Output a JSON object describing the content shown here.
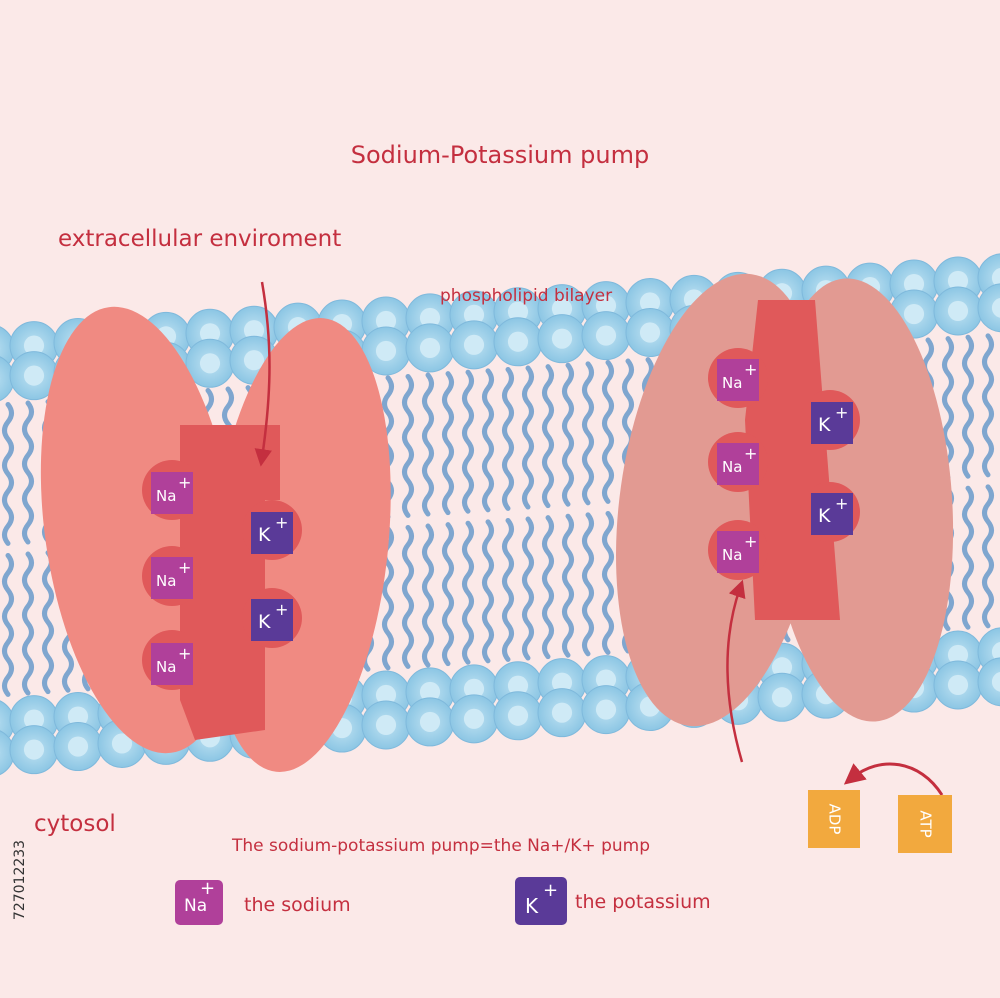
{
  "title": "Sodium-Potassium pump",
  "labels": {
    "extracellular": "extracellular enviroment",
    "bilayer": "phospholipid bilayer",
    "cytosol": "cytosol",
    "equation": "The sodium-potassium pump=the Na+/K+ pump"
  },
  "ions": {
    "sodium": {
      "symbol": "Na",
      "charge": "+",
      "color": "#b0409a"
    },
    "potassium": {
      "symbol": "K",
      "charge": "+",
      "color": "#5a3a98"
    }
  },
  "molecules": {
    "adp": "ADP",
    "atp": "ATP",
    "color": "#f2a93e"
  },
  "legend": {
    "sodium": "the sodium",
    "potassium": "the potassium"
  },
  "colors": {
    "background": "#fbe9e8",
    "text": "#c42f3f",
    "membrane_head": "#8cc6e4",
    "membrane_tail": "#7fa6cf",
    "protein_left": "#f08a82",
    "protein_right": "#e29a92",
    "channel": "#e0595a"
  },
  "watermark": "727012233"
}
